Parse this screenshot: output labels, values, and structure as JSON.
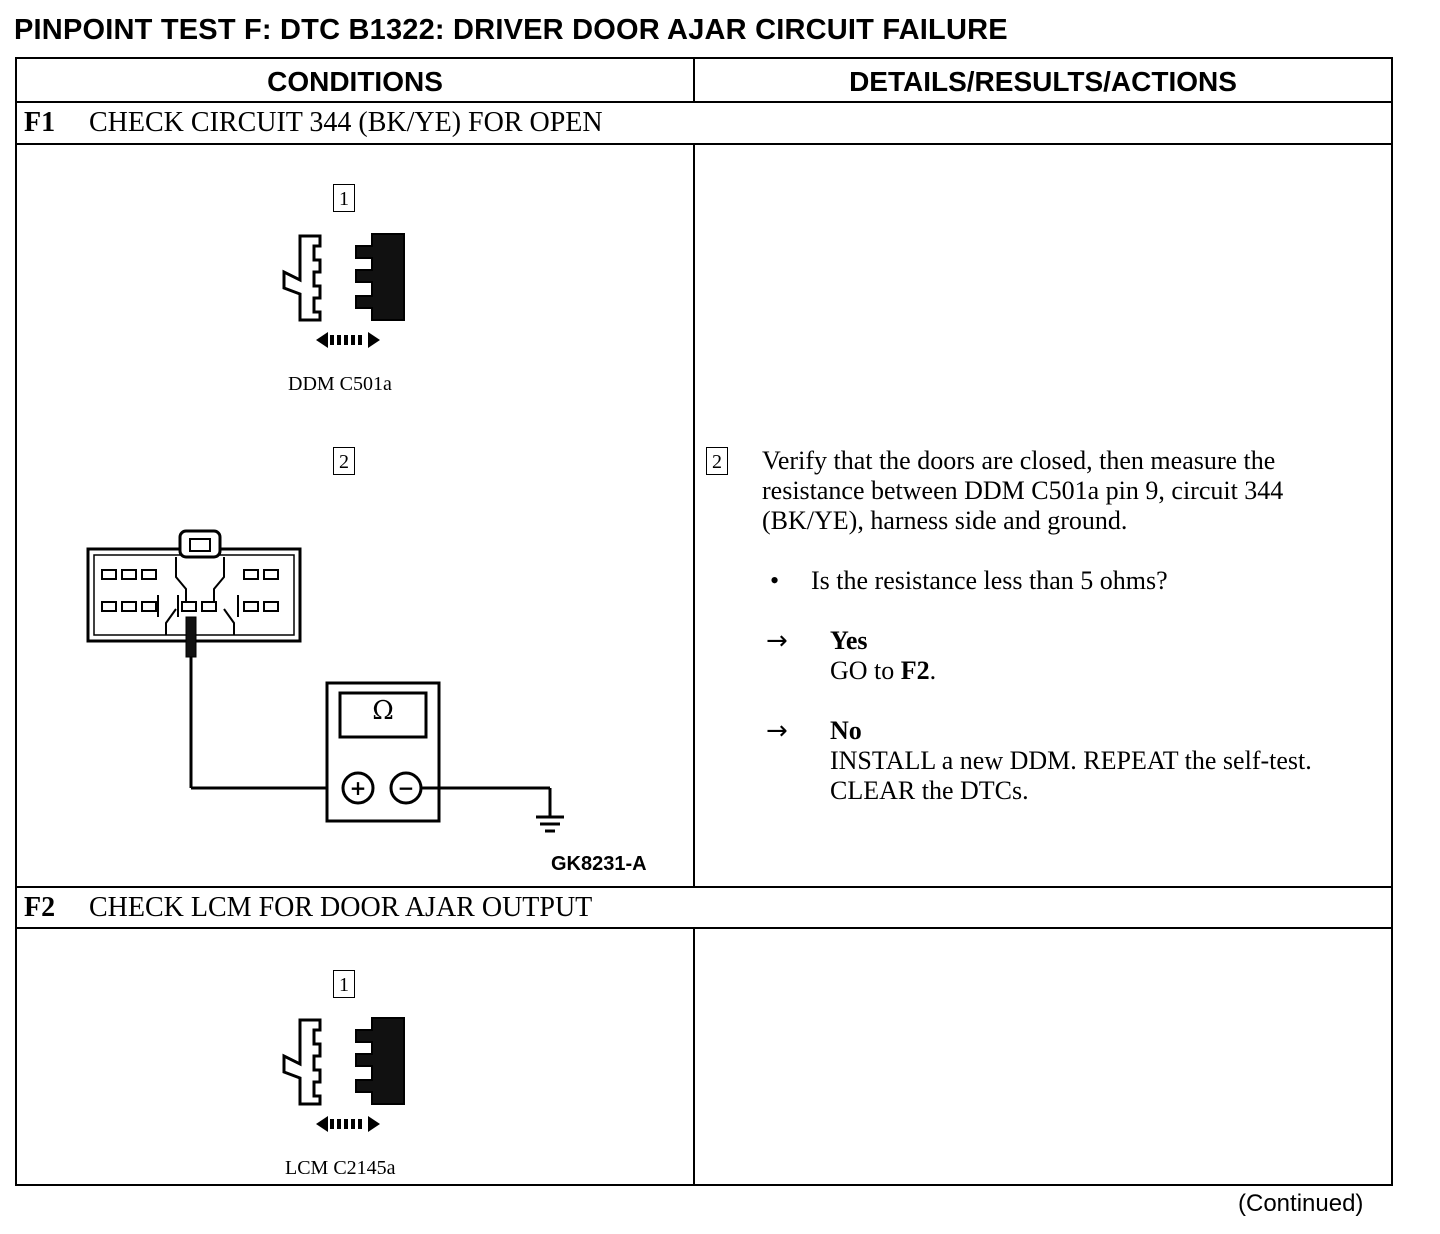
{
  "title": "PINPOINT TEST F: DTC B1322: DRIVER DOOR AJAR CIRCUIT FAILURE",
  "columns": {
    "conditions": "CONDITIONS",
    "details": "DETAILS/RESULTS/ACTIONS"
  },
  "steps": [
    {
      "id": "F1",
      "heading": "CHECK CIRCUIT 344 (BK/YE) FOR OPEN",
      "figure": {
        "step1_num": "1",
        "step1_label": "DDM C501a",
        "step2_num": "2",
        "meter_symbol": "Ω",
        "plus": "+",
        "minus": "−",
        "figure_id": "GK8231-A"
      },
      "details": {
        "step_num": "2",
        "instruction_lines": [
          "Verify that the doors are closed, then measure the",
          "resistance between DDM C501a pin 9, circuit 344",
          "(BK/YE), harness side and ground."
        ],
        "question": "Is the resistance less than 5 ohms?",
        "yes_label": "Yes",
        "yes_action_prefix": "GO to",
        "yes_action_target": "F2",
        "yes_action_suffix": ".",
        "no_label": "No",
        "no_action_lines": [
          "INSTALL a new DDM. REPEAT the self-test.",
          "CLEAR the DTCs."
        ]
      }
    },
    {
      "id": "F2",
      "heading": "CHECK LCM FOR DOOR AJAR OUTPUT",
      "figure": {
        "step1_num": "1",
        "step1_label": "LCM C2145a"
      }
    }
  ],
  "bullet": "•",
  "arrow": "→",
  "continued": "(Continued)"
}
